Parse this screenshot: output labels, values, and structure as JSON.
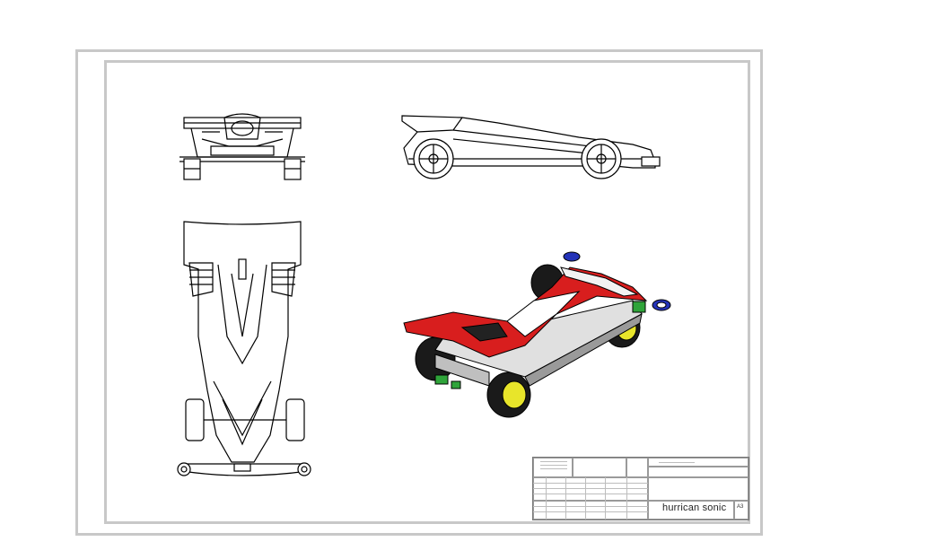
{
  "title_block": {
    "drawing_title": "hurrican sonic",
    "sheet_size": "A3"
  },
  "colors": {
    "sheet_border": "#c8c8c8",
    "body_red": "#d81e1e",
    "wheel_yellow": "#e8e52a",
    "roller_blue": "#2433b8",
    "part_green": "#2fa43a"
  },
  "views": [
    {
      "name": "front-view"
    },
    {
      "name": "side-view"
    },
    {
      "name": "top-view"
    },
    {
      "name": "isometric-view"
    }
  ]
}
